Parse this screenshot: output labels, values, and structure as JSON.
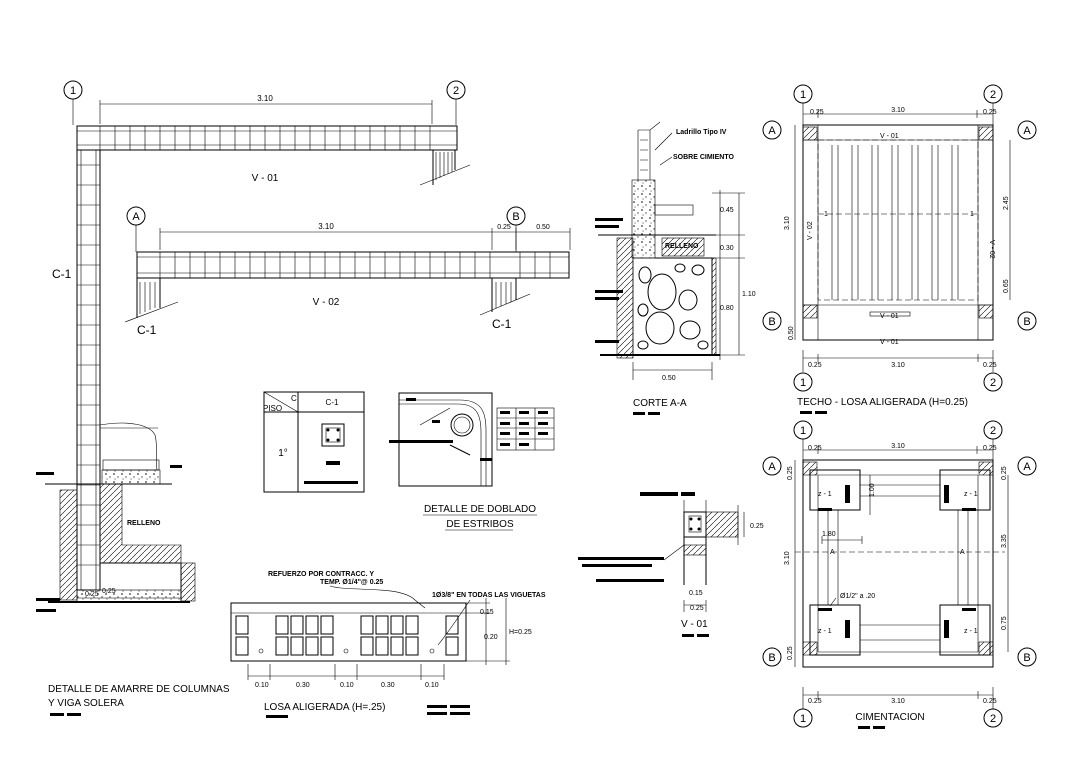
{
  "grid_labels": {
    "g1": "1",
    "g2": "2",
    "gA": "A",
    "gB": "B"
  },
  "dims": {
    "d310": "3.10",
    "d025": "0.25",
    "d050": "0.50",
    "d045": "0.45",
    "d030": "0.30",
    "d080": "0.80",
    "d110": "1.10",
    "d245": "2.45",
    "d065": "0.65",
    "d020": "0.20",
    "d335": "3.35",
    "d075": "0.75",
    "d180": "1.80",
    "d100": "1.00",
    "d015": "0.15",
    "d010": "0.10",
    "d020b": ".20",
    "dH025": "H=0.25",
    "d025s": "0.25"
  },
  "beam_elevation": {
    "v01": "V - 01",
    "v02": "V - 02",
    "c1": "C-1",
    "relleno": "RELLENO",
    "title_line1": "DETALLE DE AMARRE DE COLUMNAS",
    "title_line2": "Y VIGA SOLERA"
  },
  "column_table": {
    "header_c": "C",
    "header_piso": "PISO",
    "header_col": "C-1",
    "row_piso": "1°"
  },
  "stirrup_detail": {
    "title_line1": "DETALLE DE DOBLADO",
    "title_line2": "DE ESTRIBOS"
  },
  "section_aa": {
    "ladrillo": "Ladrillo Tipo IV",
    "sobrecimiento": "SOBRE CIMIENTO",
    "relleno": "RELLENO",
    "title": "CORTE A-A"
  },
  "beam_section": {
    "title": "V - 01"
  },
  "slab": {
    "refuerzo_line1": "REFUERZO POR CONTRACC. Y",
    "refuerzo_line2": "TEMP. Ø1/4\"@ 0.25",
    "viguetas_note": "1Ø3/8\" EN TODAS LAS VIGUETAS",
    "title": "LOSA ALIGERADA (H=.25)"
  },
  "roof_plan": {
    "title": "TECHO - LOSA ALIGERADA (H=0.25)",
    "v01": "V - 01",
    "v02": "V - 02",
    "one": "1"
  },
  "foundation_plan": {
    "title": "CIMENTACION",
    "z1": "z - 1",
    "bar_note": "Ø1/2\" a .20",
    "a": "A"
  }
}
